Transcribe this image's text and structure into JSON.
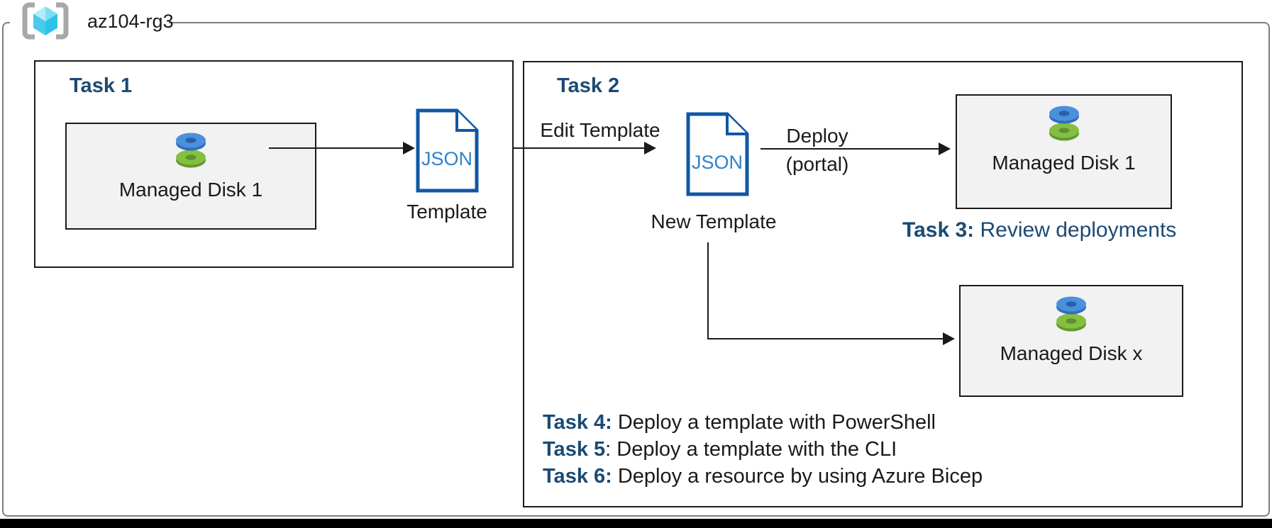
{
  "header": {
    "resource_group_name": "az104-rg3"
  },
  "task1": {
    "title": "Task 1",
    "disk_label": "Managed Disk 1",
    "json_doc_text": "JSON",
    "template_label": "Template"
  },
  "task2": {
    "title": "Task 2",
    "edit_arrow_label": "Edit Template",
    "json_doc_text": "JSON",
    "new_template_label": "New Template",
    "deploy_label_line1": "Deploy",
    "deploy_label_line2": "(portal)",
    "managed_disk_1_label": "Managed Disk 1",
    "managed_disk_x_label": "Managed Disk x",
    "task3_bold": "Task 3:",
    "task3_rest": " Review deployments",
    "tasks": [
      {
        "bold": "Task 4:",
        "rest": " Deploy a template with PowerShell"
      },
      {
        "bold": "Task 5",
        "rest": ": Deploy a template with the CLI"
      },
      {
        "bold": "Task 6:",
        "rest": " Deploy a resource by using Azure Bicep"
      }
    ]
  },
  "colors": {
    "heading_blue": "#1B4A74",
    "json_doc_border": "#1057A5",
    "json_doc_text": "#2E83CC",
    "disk_blue": "#4A90DC",
    "disk_green": "#85BF41",
    "box_fill_gray": "#F2F2F2",
    "frame_gray": "#7F7F7F",
    "cube_cyan": "#4ACAEC",
    "bracket_gray": "#A8A8A8"
  }
}
